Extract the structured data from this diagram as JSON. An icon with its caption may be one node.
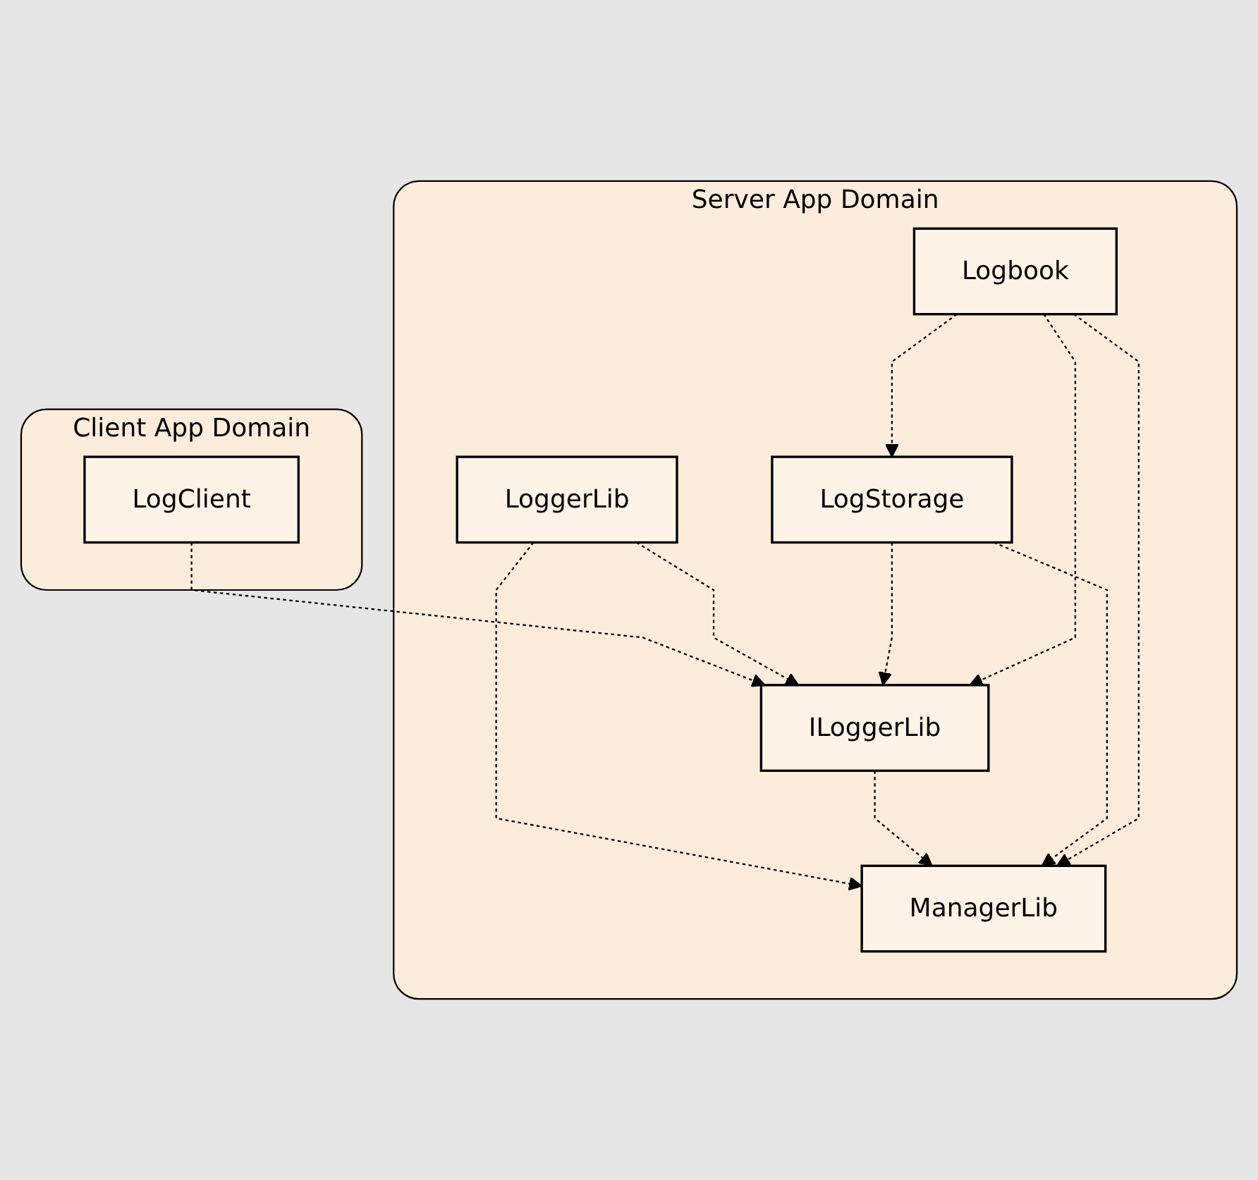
{
  "diagram": {
    "nodes": [
      {
        "text": [
          "Client App Domain"
        ]
      },
      {
        "text": [
          "LogClient"
        ],
        "in": 0
      },
      {
        "text": [
          "Server App Domain"
        ]
      },
      {
        "text": [
          "ILoggerLib"
        ],
        "in": 2
      },
      {
        "text": [
          "LoggerLib"
        ],
        "in": 2
      },
      {
        "text": [
          "ManagerLib"
        ],
        "in": 2
      },
      {
        "text": [
          "LogStorage"
        ],
        "in": 2
      },
      {
        "text": [
          "Logbook"
        ],
        "in": 2
      }
    ],
    "edges": [
      {
        "from": 1,
        "to": 3,
        "arrow": "to",
        "style": "dashed"
      },
      {
        "from": 4,
        "to": 3,
        "arrow": "to",
        "style": "dashed"
      },
      {
        "from": 4,
        "to": 5,
        "arrow": "to",
        "style": "dashed"
      },
      {
        "from": 3,
        "to": 5,
        "arrow": "to",
        "style": "dashed"
      },
      {
        "from": 6,
        "to": 3,
        "arrow": "to",
        "style": "dashed"
      },
      {
        "from": 6,
        "to": 5,
        "arrow": "to",
        "style": "dashed"
      },
      {
        "from": 7,
        "to": 5,
        "arrow": "to",
        "style": "dashed"
      },
      {
        "from": 7,
        "to": 3,
        "arrow": "to",
        "style": "dashed"
      },
      {
        "from": 7,
        "to": 6,
        "arrow": "to",
        "style": "dashed"
      }
    ]
  }
}
